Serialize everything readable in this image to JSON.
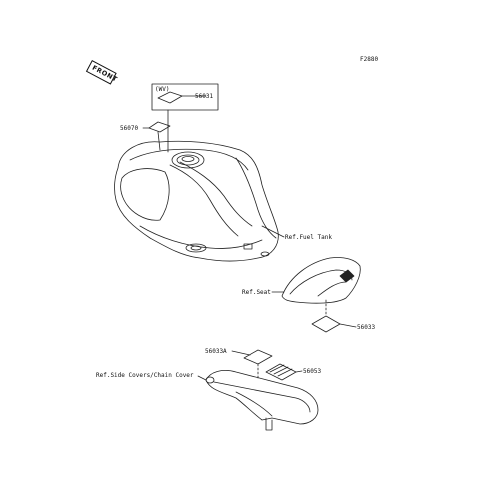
{
  "figure_code": "F2880",
  "front_label": "FRONT",
  "market_code": "(WV)",
  "parts": {
    "label_56031": "56031",
    "label_56070": "56070",
    "label_56033": "56033",
    "label_56033A": "56033A",
    "label_56053": "56053"
  },
  "references": {
    "fuel_tank": "Ref.Fuel Tank",
    "seat": "Ref.Seat",
    "side_covers": "Ref.Side Covers/Chain Cover"
  }
}
